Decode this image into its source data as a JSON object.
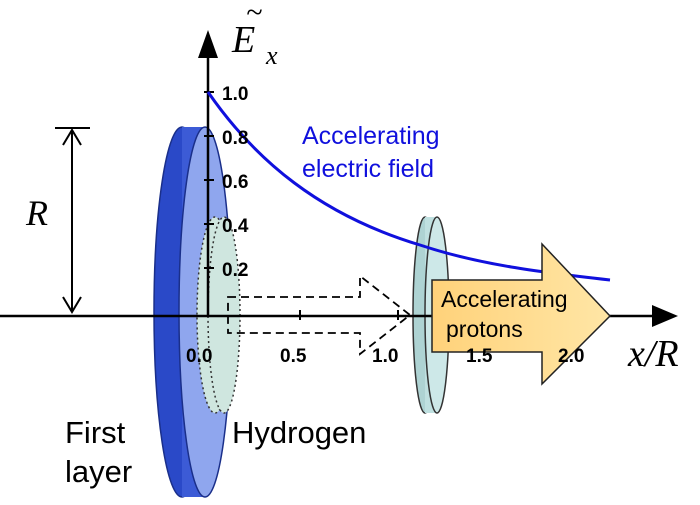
{
  "axes": {
    "y_label_main": "E",
    "y_label_accent": "~",
    "y_label_sub": "x",
    "x_label": "x/R",
    "y_ticks": [
      "1.0",
      "0.8",
      "0.6",
      "0.4",
      "0.2"
    ],
    "x_ticks": [
      "0.0",
      "0.5",
      "1.0",
      "1.5",
      "2.0"
    ]
  },
  "labels": {
    "radius": "R",
    "field_line1": "Accelerating",
    "field_line2": "electric field",
    "protons_line1": "Accelerating",
    "protons_line2": "protons",
    "first_layer_line1": "First",
    "first_layer_line2": "layer",
    "hydrogen": "Hydrogen"
  },
  "colors": {
    "field_curve": "#1010dd",
    "first_layer_disk": "#4a6ee0",
    "second_disk": "#bfe0e0",
    "proton_arrow": "#ffd27a"
  }
}
